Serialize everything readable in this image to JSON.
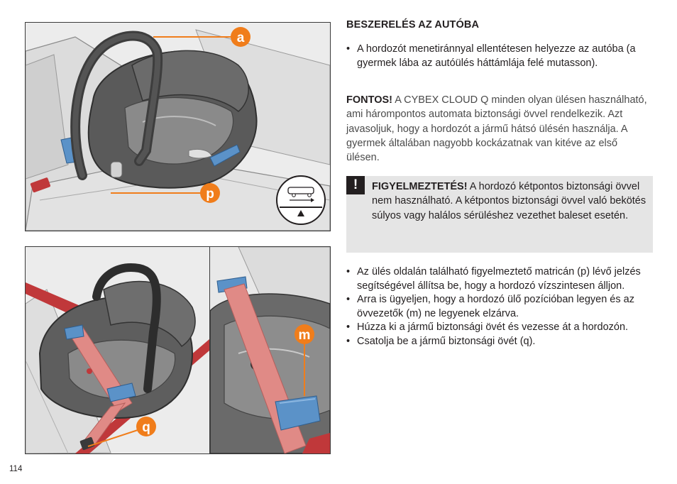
{
  "page": {
    "number": "114"
  },
  "section": {
    "heading": "BESZERELÉS AZ AUTÓBA",
    "bullets_1": [
      "A hordozót menetiránnyal ellentétesen helyezze az autóba (a gyermek lába az autóülés háttámlája felé mutasson)."
    ],
    "important_label": "FONTOS!",
    "important_text": " A CYBEX CLOUD Q  minden olyan ülésen használható, ami hárompontos automata biztonsági övvel rendelkezik. Azt javasoljuk, hogy a hordozót a jármű hátsó ülésén használja. A gyermek általában nagyobb kockázatnak van kitéve az első ülésen.",
    "warning_icon": "!",
    "warning_label": "FIGYELMEZTETÉS!",
    "warning_text": " A hordozó kétpontos biztonsági övvel nem használható. A kétpontos biztonsági övvel való bekötés súlyos vagy halálos sérüléshez vezethet baleset esetén.",
    "bullets_2": [
      "Az ülés oldalán található figyelmeztető matricán (p) lévő jelzés segítségével állítsa be, hogy a hordozó vízszintesen álljon.",
      "Arra is ügyeljen, hogy a hordozó ülő pozícióban legyen és az övvezetők (m) ne legyenek elzárva.",
      "Húzza ki a jármű biztonsági övét és vezesse át a hordozón.",
      "Csatolja be a jármű biztonsági övét (q)."
    ]
  },
  "figures": {
    "callouts": {
      "a": "a",
      "p": "p",
      "q": "q",
      "m": "m"
    },
    "colors": {
      "callout": "#f07d1b",
      "belt": "#e08a86",
      "belt_guide": "#5b92c8",
      "belt_dark": "#c0383a",
      "shell": "#5a5a5a",
      "seat": "#d8d8d8"
    }
  }
}
